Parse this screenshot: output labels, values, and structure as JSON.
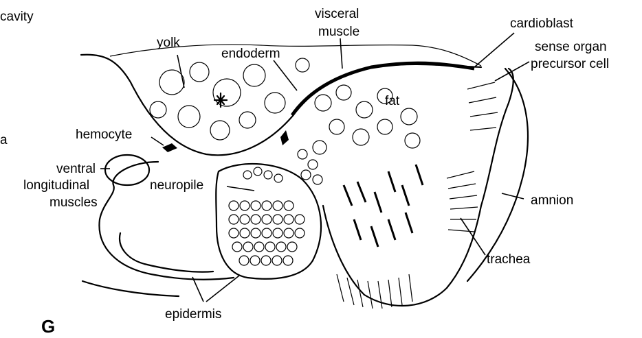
{
  "panel_letter": "G",
  "labels": {
    "cavity": "cavity",
    "yolk": "yolk",
    "visceral_muscle": [
      "visceral",
      "muscle"
    ],
    "endoderm": "endoderm",
    "cardioblast": "cardioblast",
    "sense_organ": [
      "sense organ",
      "precursor cell"
    ],
    "fat": "fat",
    "hemocyte": "hemocyte",
    "ventral_longitudinal_muscles": [
      "ventral",
      "longitudinal",
      "muscles"
    ],
    "neuropile": "neuropile",
    "amnion": "amnion",
    "trachea": "trachea",
    "epidermis": "epidermis",
    "edge_letter": "a"
  },
  "colors": {
    "ink": "#000000",
    "background": "#ffffff"
  }
}
